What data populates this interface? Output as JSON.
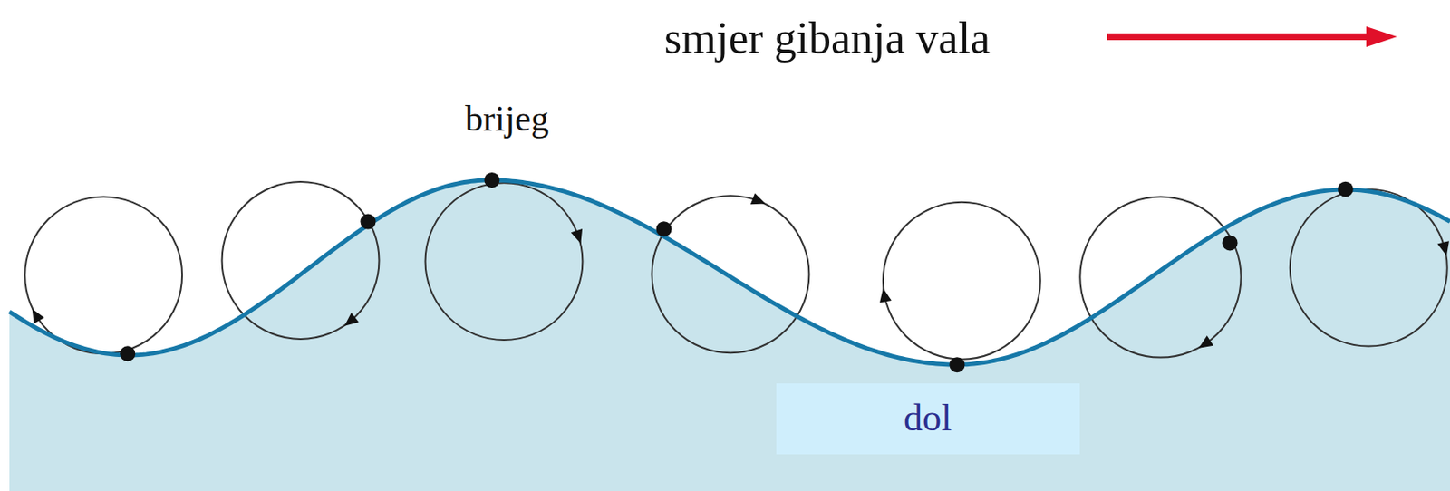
{
  "diagram": {
    "nodes": [
      {
        "text": [
          "dol"
        ]
      }
    ],
    "labels": [
      "smjer gibanja vala",
      "brijeg"
    ]
  }
}
